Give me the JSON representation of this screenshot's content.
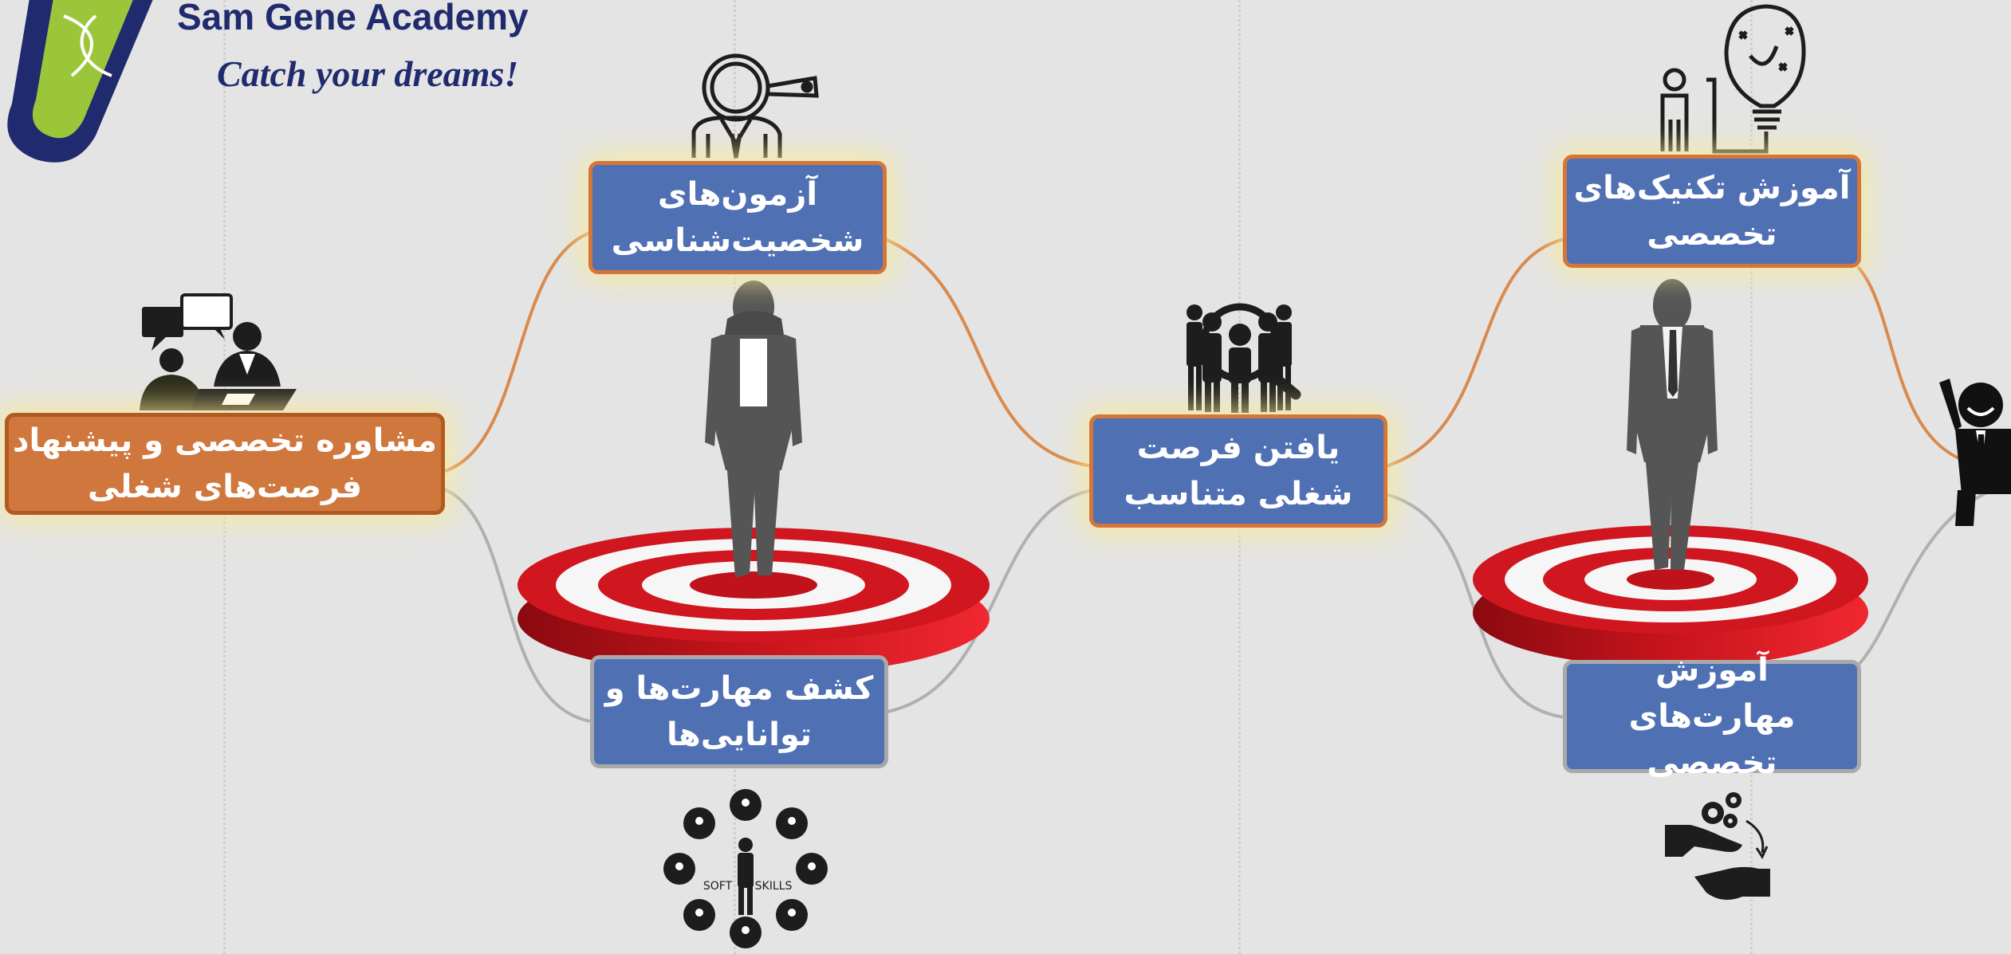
{
  "brand": {
    "name": "Sam Gene Academy",
    "slogan": "Catch your dreams!"
  },
  "steps": [
    {
      "id": "career-counseling",
      "label": "مشاوره تخصصی و پیشنهاد\nفرصت‌های شغلی",
      "style": "orange"
    },
    {
      "id": "personality-tests",
      "label": "آزمون‌های\nشخصیت‌شناسی",
      "style": "blue-orange-border"
    },
    {
      "id": "skills-discovery",
      "label": "کشف مهارت‌ها و\nتوانایی‌ها",
      "style": "blue-gray-border"
    },
    {
      "id": "job-matching",
      "label": "یافتن فرصت\nشغلی متناسب",
      "style": "blue-orange-border"
    },
    {
      "id": "specialized-techniques",
      "label": "آموزش تکنیک‌های\nتخصصی",
      "style": "blue-orange-border"
    },
    {
      "id": "specialized-skills",
      "label": "آموزش مهارت‌های\nتخصصی",
      "style": "blue-gray-border"
    }
  ],
  "soft_skills": {
    "left": "SOFT",
    "right": "SKILLS"
  },
  "colors": {
    "background": "#e4e4e4",
    "box_blue": "#5070b4",
    "box_orange": "#cf773d",
    "connector_orange": "#d98a4e",
    "connector_gray": "#b0b0b0",
    "target_red": "#c8141c",
    "silhouette": "#555555",
    "brand_navy": "#1f2b6e",
    "brand_green": "#9cc63a"
  },
  "icons": [
    "dna-tube-logo",
    "counseling-meeting-icon",
    "personality-test-icon",
    "skills-discovery-icon",
    "job-search-icon",
    "idea-lightbulb-icon",
    "skill-transfer-icon",
    "target-icon",
    "businesswoman-icon",
    "businessman-icon",
    "celebrating-person-icon"
  ]
}
